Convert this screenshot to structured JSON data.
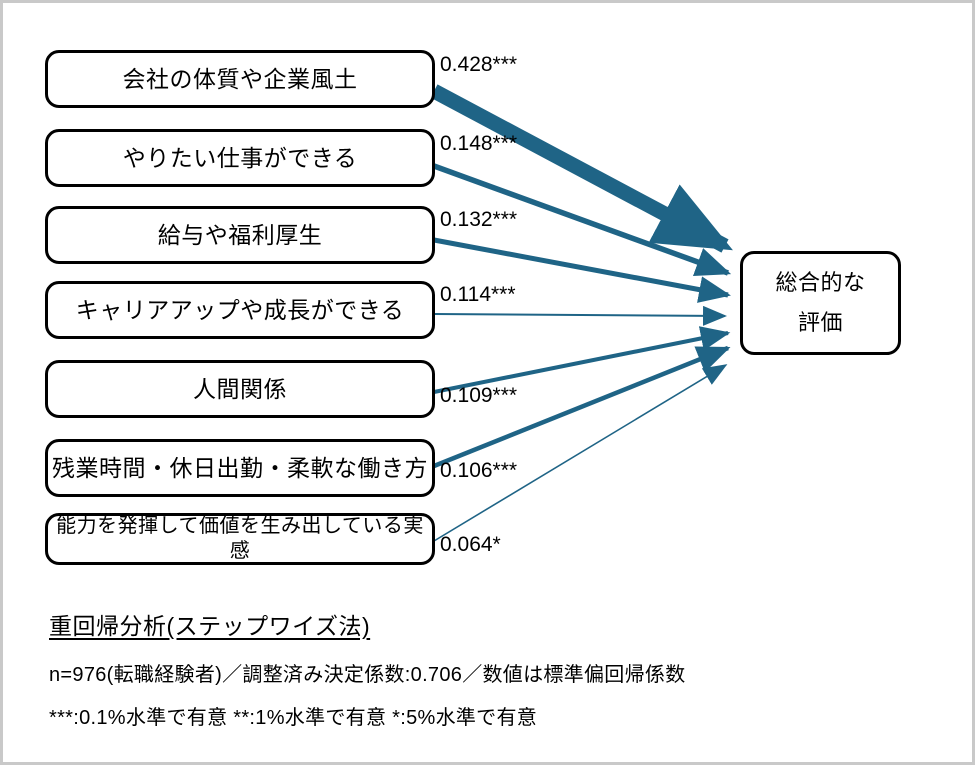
{
  "figure": {
    "type": "path-diagram",
    "border_color": "#c9c9c9",
    "arrow_color": "#1f6486",
    "box_border_color": "#000000",
    "target": {
      "label": "総合的な\n評価",
      "line1": "総合的な",
      "line2": "評価"
    },
    "predictors": [
      {
        "label": "会社の体質や企業風土",
        "coefficient": "0.428***",
        "value": 0.428,
        "significance": "***"
      },
      {
        "label": "やりたい仕事ができる",
        "coefficient": "0.148***",
        "value": 0.148,
        "significance": "***"
      },
      {
        "label": "給与や福利厚生",
        "coefficient": "0.132***",
        "value": 0.132,
        "significance": "***"
      },
      {
        "label": "キャリアアップや成長ができる",
        "coefficient": "0.114***",
        "value": 0.114,
        "significance": "***"
      },
      {
        "label": "人間関係",
        "coefficient": "0.109***",
        "value": 0.109,
        "significance": "***"
      },
      {
        "label": "残業時間・休日出勤・柔軟な働き方",
        "coefficient": "0.106***",
        "value": 0.106,
        "significance": "***"
      },
      {
        "label": "能力を発揮して価値を生み出している実感",
        "coefficient": "0.064*",
        "value": 0.064,
        "significance": "*"
      }
    ],
    "notes": {
      "title": "重回帰分析(ステップワイズ法)",
      "line1": "n=976(転職経験者)／調整済み決定係数:0.706／数値は標準偏回帰係数",
      "line2": "***:0.1%水準で有意  **:1%水準で有意  *:5%水準で有意"
    }
  },
  "chart_data": {
    "type": "bar",
    "title": "重回帰分析(ステップワイズ法)",
    "xlabel": "標準偏回帰係数",
    "ylabel": "",
    "categories": [
      "会社の体質や企業風土",
      "やりたい仕事ができる",
      "給与や福利厚生",
      "キャリアアップや成長ができる",
      "人間関係",
      "残業時間・休日出勤・柔軟な働き方",
      "能力を発揮して価値を生み出している実感"
    ],
    "values": [
      0.428,
      0.148,
      0.132,
      0.114,
      0.109,
      0.106,
      0.064
    ],
    "significance": [
      "***",
      "***",
      "***",
      "***",
      "***",
      "***",
      "*"
    ],
    "target_variable": "総合的な評価",
    "n": 976,
    "adjusted_r_squared": 0.706,
    "xlim": [
      0,
      0.45
    ],
    "grid": false,
    "legend": "none"
  }
}
